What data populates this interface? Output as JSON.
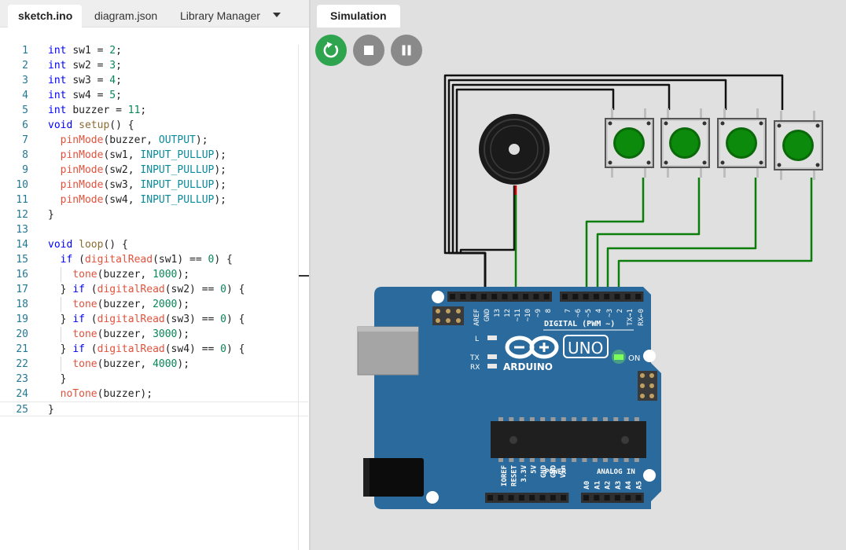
{
  "editor": {
    "tabs": [
      "sketch.ino",
      "diagram.json",
      "Library Manager"
    ],
    "active_tab": "sketch.ino",
    "code_lines": [
      "int sw1 = 2;",
      "int sw2 = 3;",
      "int sw3 = 4;",
      "int sw4 = 5;",
      "int buzzer = 11;",
      "void setup() {",
      "  pinMode(buzzer, OUTPUT);",
      "  pinMode(sw1, INPUT_PULLUP);",
      "  pinMode(sw2, INPUT_PULLUP);",
      "  pinMode(sw3, INPUT_PULLUP);",
      "  pinMode(sw4, INPUT_PULLUP);",
      "}",
      "",
      "void loop() {",
      "  if (digitalRead(sw1) == 0) {",
      "    tone(buzzer, 1000);",
      "  } if (digitalRead(sw2) == 0) {",
      "    tone(buzzer, 2000);",
      "  } if (digitalRead(sw3) == 0) {",
      "    tone(buzzer, 3000);",
      "  } if (digitalRead(sw4) == 0) {",
      "    tone(buzzer, 4000);",
      "  }",
      "  noTone(buzzer);",
      "}"
    ]
  },
  "simulation": {
    "tab_label": "Simulation",
    "controls": [
      "restart-icon",
      "stop-icon",
      "pause-icon"
    ],
    "board": {
      "brand": "ARDUINO",
      "model": "UNO",
      "on_label": "ON",
      "led_labels": [
        "L",
        "TX",
        "RX"
      ],
      "digital_label": "DIGITAL (PWM ~)",
      "top_pin_labels": [
        "AREF",
        "GND",
        "13",
        "12",
        "~11",
        "~10",
        "~9",
        "8",
        "7",
        "~6",
        "~5",
        "4",
        "~3",
        "2",
        "TX→1",
        "RX←0"
      ],
      "power_label": "POWER",
      "analog_label": "ANALOG IN",
      "power_pins": [
        "IOREF",
        "RESET",
        "3.3V",
        "5V",
        "GND",
        "GND",
        "Vin"
      ],
      "analog_pins": [
        "A0",
        "A1",
        "A2",
        "A3",
        "A4",
        "A5"
      ]
    },
    "buttons": [
      "sw1",
      "sw2",
      "sw3",
      "sw4"
    ],
    "colors": {
      "board": "#2b6a9c",
      "button_cap": "#0b8a0b",
      "wire_signal": "#0a7d0a",
      "wire_gnd": "#111111",
      "wire_red": "#d40000",
      "led_on": "#7dff5a",
      "run_button": "#2ea44f"
    }
  }
}
